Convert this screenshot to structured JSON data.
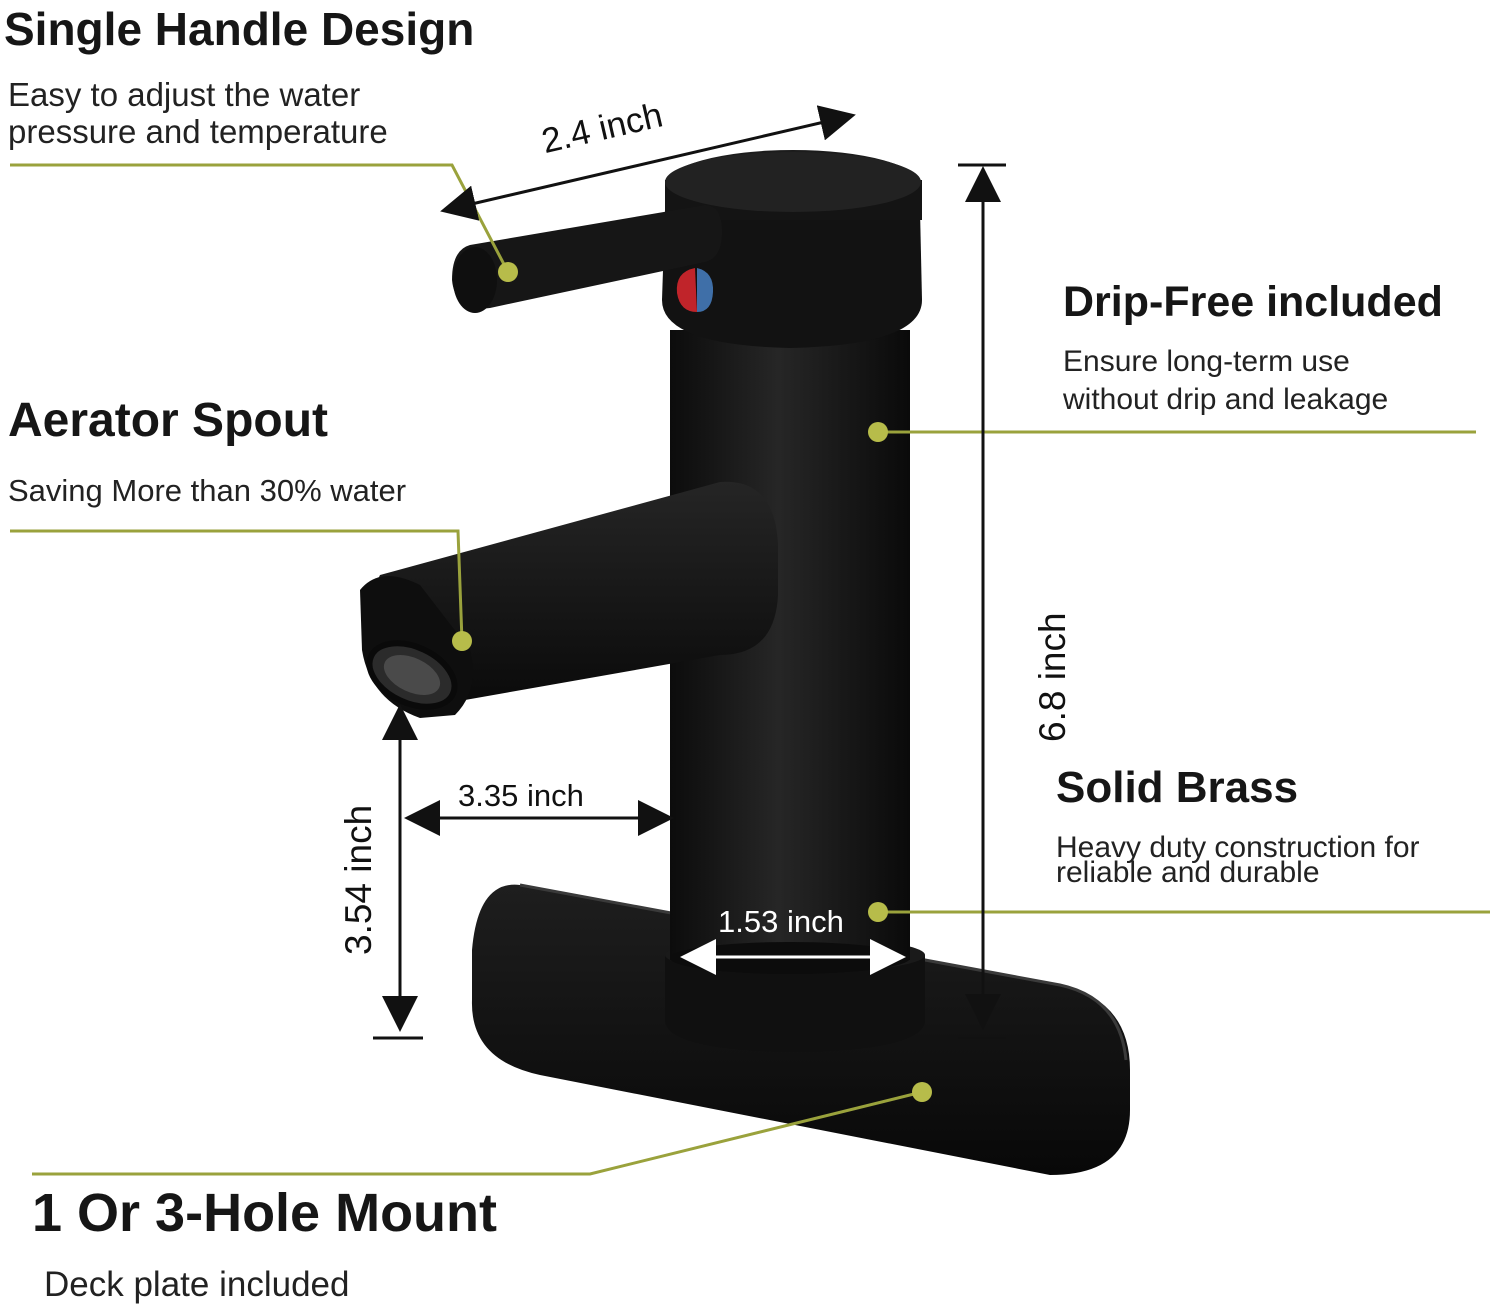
{
  "features": {
    "single_handle": {
      "title": "Single Handle Design",
      "line1": "Easy to adjust the water",
      "line2": "pressure and temperature"
    },
    "aerator": {
      "title": "Aerator Spout",
      "line1": "Saving More than 30% water"
    },
    "drip_free": {
      "title": "Drip-Free included",
      "line1": "Ensure long-term use",
      "line2": "without drip and leakage"
    },
    "solid_brass": {
      "title": "Solid Brass",
      "line1": "Heavy duty construction for",
      "line2": "reliable and durable"
    },
    "mount": {
      "title": "1 Or 3-Hole Mount",
      "line1": "Deck plate included"
    }
  },
  "dimensions": {
    "handle_length": "2.4 inch",
    "height": "6.8 inch",
    "spout_height": "3.54 inch",
    "spout_reach": "3.35 inch",
    "base_diameter": "1.53 inch"
  },
  "colors": {
    "callout": "#9aa23c",
    "faucet": "#141414",
    "hot": "#c0242a",
    "cold": "#3f6fa8"
  }
}
